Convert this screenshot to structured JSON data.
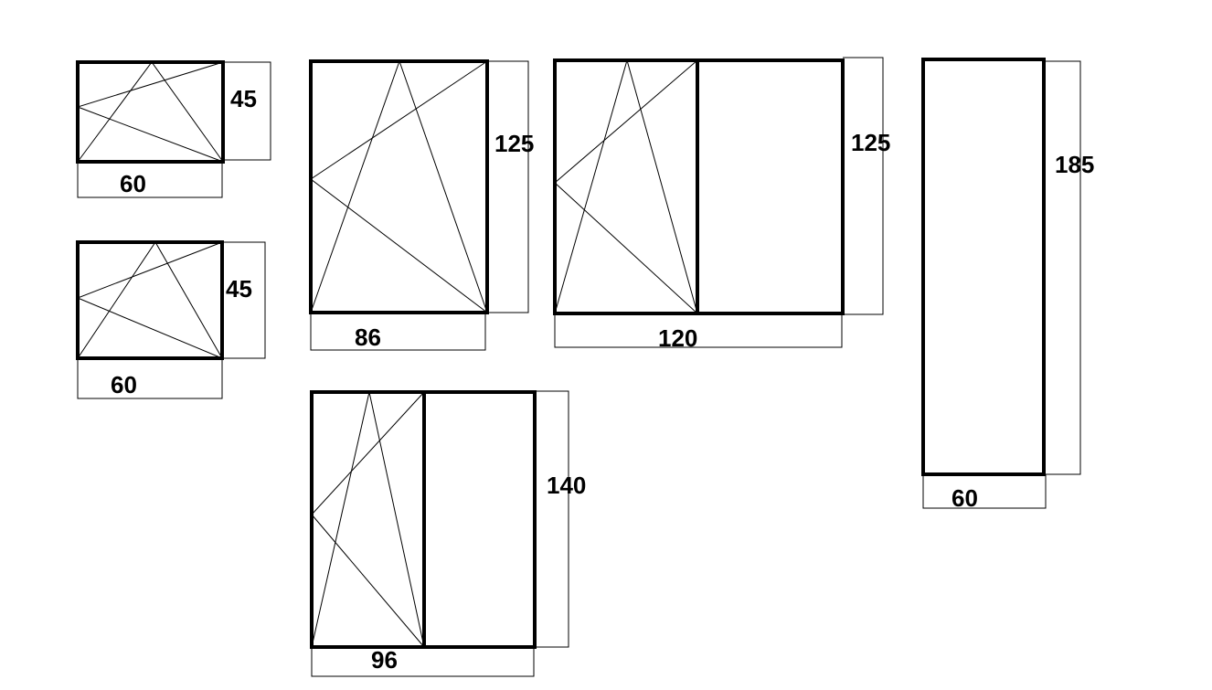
{
  "windows": [
    {
      "id": "w1",
      "width": "60",
      "height": "45"
    },
    {
      "id": "w2",
      "width": "60",
      "height": "45"
    },
    {
      "id": "w3",
      "width": "86",
      "height": "125"
    },
    {
      "id": "w4",
      "width": "120",
      "height": "125"
    },
    {
      "id": "w5",
      "width": "60",
      "height": "185"
    },
    {
      "id": "w6",
      "width": "96",
      "height": "140"
    }
  ]
}
